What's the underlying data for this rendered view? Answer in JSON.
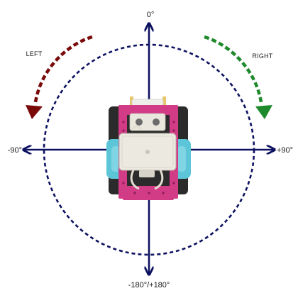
{
  "diagram": {
    "angles": {
      "top": "0°",
      "right": "+90°",
      "left": "-90°",
      "bottom": "-180°/+180°"
    },
    "turns": {
      "left": {
        "label": "LEFT",
        "color": "#7a0a0a"
      },
      "right": {
        "label": "RIGHT",
        "color": "#1f8a2b"
      }
    },
    "colors": {
      "axis": "#0d1260",
      "circle": "#0d1260",
      "robot_frame": "#d23b86",
      "robot_body": "#2b2b2b",
      "wheel": "#5cc6d8",
      "hub": "#ece9e1"
    },
    "robot": {
      "icon": "robot-top-view-icon"
    }
  }
}
